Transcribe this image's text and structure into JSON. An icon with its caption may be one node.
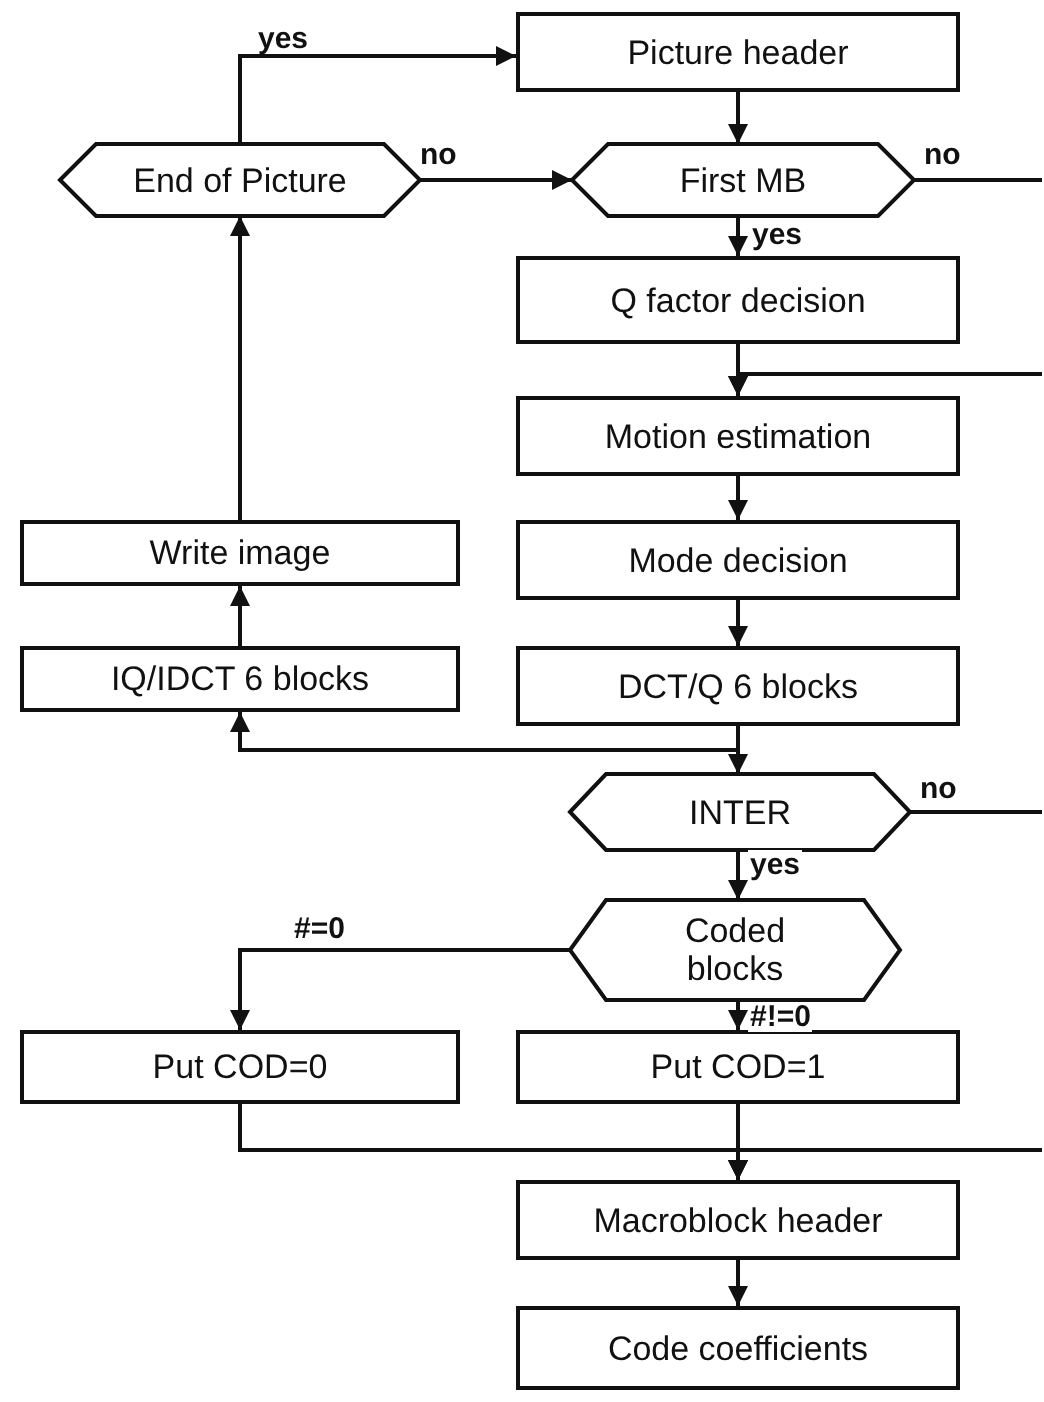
{
  "diagram": {
    "nodes": [
      {
        "text": [
          "Picture header"
        ]
      },
      {
        "text": [
          "End of Picture"
        ]
      },
      {
        "text": [
          "First MB"
        ]
      },
      {
        "text": [
          "Q factor decision"
        ]
      },
      {
        "text": [
          "Motion estimation"
        ]
      },
      {
        "text": [
          "Write image"
        ]
      },
      {
        "text": [
          "Mode decision"
        ]
      },
      {
        "text": [
          "IQ/IDCT 6 blocks"
        ]
      },
      {
        "text": [
          "DCT/Q 6 blocks"
        ]
      },
      {
        "text": [
          "INTER"
        ]
      },
      {
        "text": [
          "Coded blocks"
        ]
      },
      {
        "text": [
          "Put COD=0"
        ]
      },
      {
        "text": [
          "Put COD=1"
        ]
      },
      {
        "text": [
          "Macroblock header"
        ]
      },
      {
        "text": [
          "Code coefficients"
        ]
      }
    ],
    "edges": [
      {
        "from": 1,
        "to": 0,
        "arrow": "to",
        "label": "yes"
      },
      {
        "from": 1,
        "to": 2,
        "arrow": "to",
        "label": "no"
      },
      {
        "from": 0,
        "to": 2,
        "arrow": "to"
      },
      {
        "from": 2,
        "to": null,
        "arrow": "none",
        "label": "no"
      },
      {
        "from": 2,
        "to": 3,
        "arrow": "to",
        "label": "yes"
      },
      {
        "from": null,
        "to": 4,
        "arrow": "to"
      },
      {
        "from": 3,
        "to": 4,
        "arrow": "to"
      },
      {
        "from": 4,
        "to": 6,
        "arrow": "to"
      },
      {
        "from": 6,
        "to": 8,
        "arrow": "to"
      },
      {
        "from": 8,
        "to": 9,
        "arrow": "to"
      },
      {
        "from": 8,
        "to": 7,
        "arrow": "to"
      },
      {
        "from": 7,
        "to": 5,
        "arrow": "to"
      },
      {
        "from": 5,
        "to": 1,
        "arrow": "to"
      },
      {
        "from": 9,
        "to": null,
        "arrow": "none",
        "label": "no"
      },
      {
        "from": 9,
        "to": 10,
        "arrow": "to",
        "label": "yes"
      },
      {
        "from": 10,
        "to": 11,
        "arrow": "to",
        "label": "#=0"
      },
      {
        "from": 10,
        "to": 12,
        "arrow": "to",
        "label": "#!=0"
      },
      {
        "from": 11,
        "to": 13,
        "arrow": "to"
      },
      {
        "from": 12,
        "to": 13,
        "arrow": "to"
      },
      {
        "from": null,
        "to": 13,
        "arrow": "to"
      },
      {
        "from": 13,
        "to": 14,
        "arrow": "to"
      }
    ]
  }
}
